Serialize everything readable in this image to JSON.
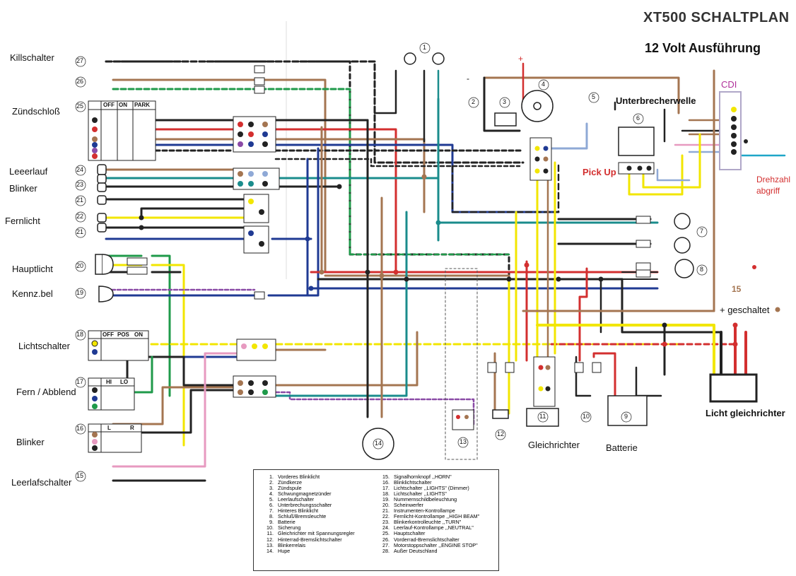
{
  "title": "XT500 SCHALTPLAN",
  "subtitle": "12 Volt Ausführung",
  "left_labels": [
    {
      "id": "killschalter",
      "text": "Killschalter"
    },
    {
      "id": "zuendschloss",
      "text": "Zündschloß"
    },
    {
      "id": "leerlauf",
      "text": "Leeerlauf"
    },
    {
      "id": "blinker-top",
      "text": "Blinker"
    },
    {
      "id": "fernlicht",
      "text": "Fernlicht"
    },
    {
      "id": "hauptlicht",
      "text": "Hauptlicht"
    },
    {
      "id": "kennz",
      "text": "Kennz.bel"
    },
    {
      "id": "lichtschalter",
      "text": "Lichtschalter"
    },
    {
      "id": "fern-abblend",
      "text": "Fern / Abblend"
    },
    {
      "id": "blinker-bottom",
      "text": "Blinker"
    },
    {
      "id": "leerlaufschalter",
      "text": "Leerlafschalter"
    }
  ],
  "right_labels": {
    "unterbrecherwelle": "Unterbrecherwelle",
    "cdi": "CDI",
    "pick_up": "Pick Up",
    "drehzahl": "Drehzahl abgriff",
    "fifteen": "15",
    "geschaltet": "+ geschaltet",
    "licht_gleichrichter": "Licht gleichrichter",
    "gleichrichter": "Gleichrichter",
    "batterie": "Batterie",
    "plus": "+",
    "minus": "-"
  },
  "switch_headers": {
    "ignition": [
      "OFF",
      "ON",
      "PARK"
    ],
    "light": [
      "OFF",
      "POS",
      "ON"
    ],
    "dimmer": [
      "HI",
      "LO"
    ],
    "blinker": [
      "L",
      "R"
    ]
  },
  "component_numbers": [
    "27",
    "26",
    "25",
    "24",
    "23",
    "21",
    "22",
    "21",
    "20",
    "19",
    "18",
    "17",
    "16",
    "15",
    "1",
    "2",
    "3",
    "4",
    "5",
    "6",
    "7",
    "8",
    "9",
    "10",
    "11",
    "12",
    "13",
    "14"
  ],
  "legend": [
    {
      "n": "1.",
      "t": "Vorderes Blinklicht"
    },
    {
      "n": "2.",
      "t": "Zündkerze"
    },
    {
      "n": "3.",
      "t": "Zündspule"
    },
    {
      "n": "4.",
      "t": "Schwungmagnetzünder"
    },
    {
      "n": "5.",
      "t": "Leerlaufschalter"
    },
    {
      "n": "6.",
      "t": "Unterbrechungsschalter"
    },
    {
      "n": "7.",
      "t": "Hinteres Blinklicht"
    },
    {
      "n": "8.",
      "t": "Schluß/Bremsleuchte"
    },
    {
      "n": "9.",
      "t": "Batterie"
    },
    {
      "n": "10.",
      "t": "Sicherung"
    },
    {
      "n": "11.",
      "t": "Gleichrichter mit Spannungsregler"
    },
    {
      "n": "12.",
      "t": "Hinterrad-Bremslichtschalter"
    },
    {
      "n": "13.",
      "t": "Blinkerrelais"
    },
    {
      "n": "14.",
      "t": "Hupe"
    },
    {
      "n": "15.",
      "t": "Signalhornknopf ,,HORN\""
    },
    {
      "n": "16.",
      "t": "Blinklichtschalter"
    },
    {
      "n": "17.",
      "t": "Lichtschalter ,,LIGHTS\" (Dimmer)"
    },
    {
      "n": "18.",
      "t": "Lichtschalter ,,LIGHTS\""
    },
    {
      "n": "19.",
      "t": "Nummernschildbeleuchtung"
    },
    {
      "n": "20.",
      "t": "Scheinwerfer"
    },
    {
      "n": "21.",
      "t": "Instrumenten-Kontrollampe"
    },
    {
      "n": "22.",
      "t": "Fernlicht-Kontrollampe ,,HIGH BEAM\""
    },
    {
      "n": "23.",
      "t": "Blinkerkontrolleuchte ,,TURN\""
    },
    {
      "n": "24.",
      "t": "Leerlauf-Kontrollampe ,,NEUTRAL\""
    },
    {
      "n": "25.",
      "t": "Hauptschalter"
    },
    {
      "n": "26.",
      "t": "Vorderrad-Bremslichtschalter"
    },
    {
      "n": "27.",
      "t": "Motorstoppschalter ,,ENGINE STOP\""
    },
    {
      "n": "28.",
      "t": "Außer Deutschland"
    }
  ],
  "colors": {
    "brown": "#a47551",
    "black": "#222222",
    "red": "#d32f2f",
    "yellow": "#f2e600",
    "blue": "#1f3a93",
    "green": "#1f9a4a",
    "lightblue": "#8fa9d6",
    "pink": "#e79ac0",
    "teal": "#1a8c8c",
    "purple": "#8a4aa6",
    "white": "#ffffff",
    "gray": "#888888"
  }
}
